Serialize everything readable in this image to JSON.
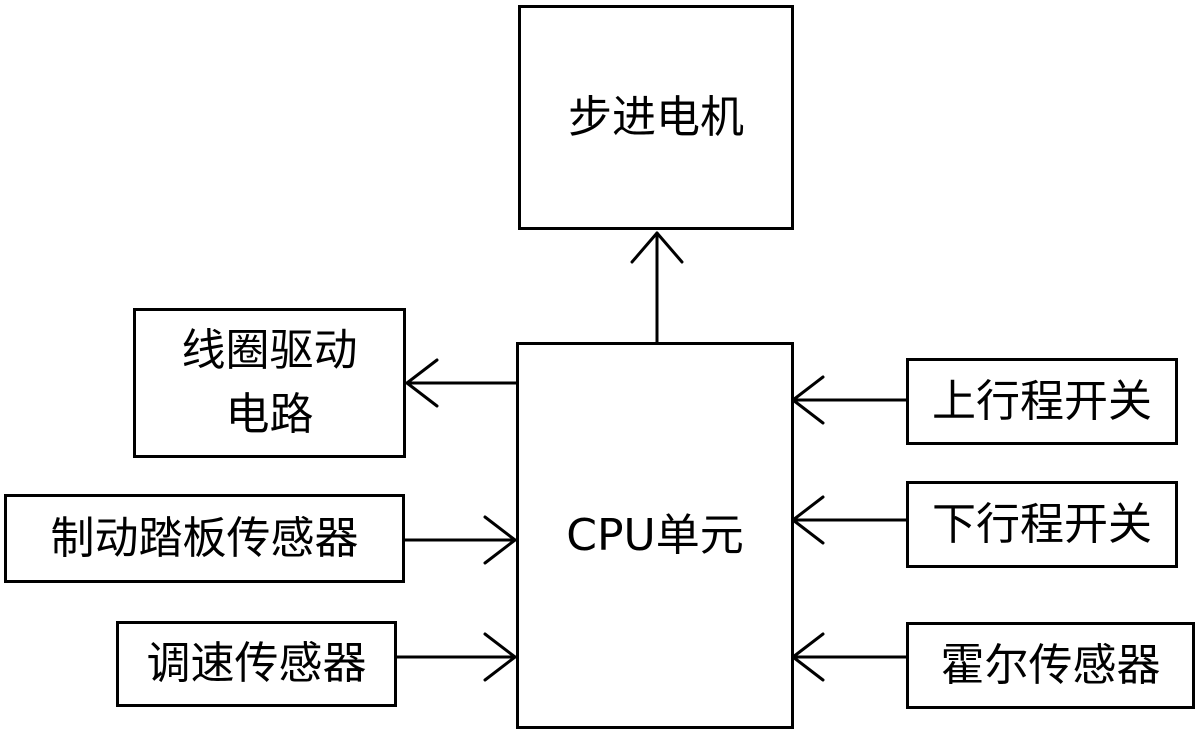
{
  "nodes": {
    "stepper_motor": "步进电机",
    "cpu": "CPU单元",
    "coil_driver_line1": "线圈驱动",
    "coil_driver_line2": "电路",
    "brake_pedal_sensor": "制动踏板传感器",
    "speed_sensor": "调速传感器",
    "upper_limit_switch": "上行程开关",
    "lower_limit_switch": "下行程开关",
    "hall_sensor": "霍尔传感器"
  },
  "edges": [
    {
      "from": "cpu",
      "to": "stepper_motor"
    },
    {
      "from": "cpu",
      "to": "coil_driver"
    },
    {
      "from": "brake_pedal_sensor",
      "to": "cpu"
    },
    {
      "from": "speed_sensor",
      "to": "cpu"
    },
    {
      "from": "upper_limit_switch",
      "to": "cpu"
    },
    {
      "from": "lower_limit_switch",
      "to": "cpu"
    },
    {
      "from": "hall_sensor",
      "to": "cpu"
    }
  ]
}
